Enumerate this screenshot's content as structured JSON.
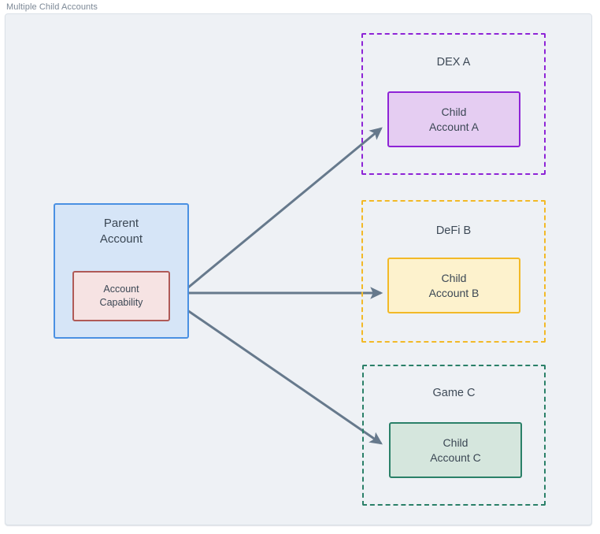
{
  "diagram": {
    "title": "Multiple Child Accounts",
    "type": "flow-diagram",
    "background_color": "#eef1f5",
    "text_color": "#3b4754"
  },
  "parent": {
    "title_line1": "Parent",
    "title_line2": "Account",
    "fill_color": "#d6e5f7",
    "border_color": "#4a90e2",
    "capability": {
      "line1": "Account",
      "line2": "Capability",
      "fill_color": "#f6e3e3",
      "border_color": "#b05a57"
    }
  },
  "groups": [
    {
      "id": "dex-a",
      "label": "DEX A",
      "border_color": "#8e24d6",
      "child": {
        "line1": "Child",
        "line2": "Account A",
        "fill_color": "#e5cdf2",
        "border_color": "#8e24d6"
      }
    },
    {
      "id": "defi-b",
      "label": "DeFi B",
      "border_color": "#f2b927",
      "child": {
        "line1": "Child",
        "line2": "Account B",
        "fill_color": "#fdf2cd",
        "border_color": "#f2b927"
      }
    },
    {
      "id": "game-c",
      "label": "Game C",
      "border_color": "#2a8068",
      "child": {
        "line1": "Child",
        "line2": "Account C",
        "fill_color": "#d5e6dd",
        "border_color": "#2a8068"
      }
    }
  ],
  "edges": {
    "color": "#66798c",
    "width": 3,
    "items": [
      {
        "from": "account-capability",
        "to": "child-account-a",
        "label": ""
      },
      {
        "from": "account-capability",
        "to": "child-account-b",
        "label": ""
      },
      {
        "from": "account-capability",
        "to": "child-account-c",
        "label": ""
      }
    ]
  }
}
